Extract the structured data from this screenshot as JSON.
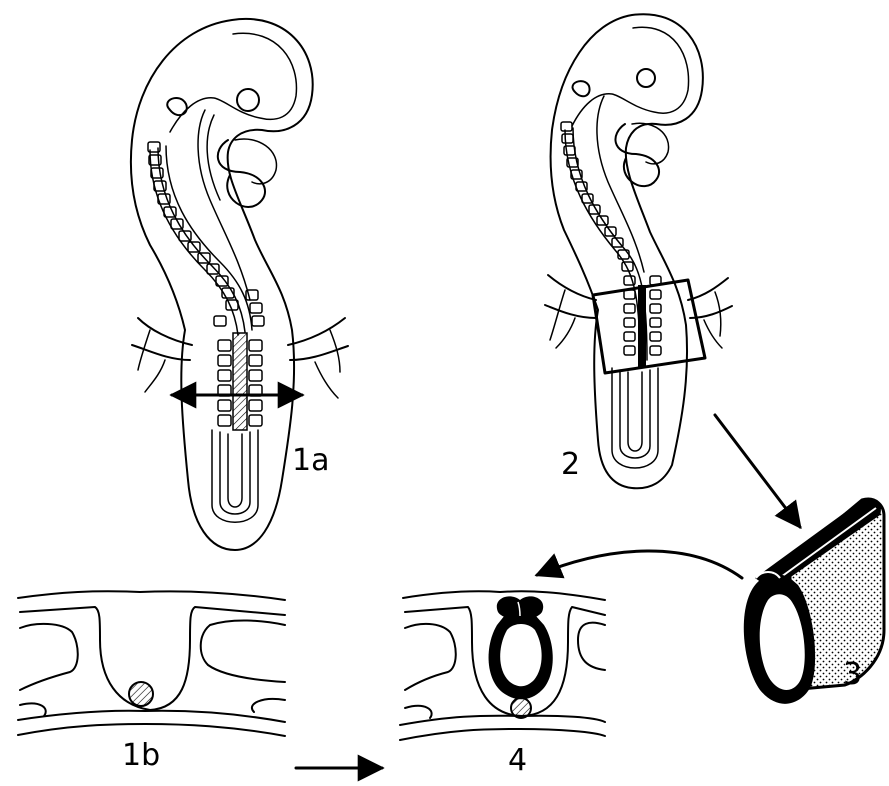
{
  "labels": {
    "fig_1a": "1a",
    "fig_1b": "1b",
    "fig_2": "2",
    "fig_3": "3",
    "fig_4": "4"
  },
  "colors": {
    "ink": "#000000",
    "paper": "#ffffff"
  }
}
